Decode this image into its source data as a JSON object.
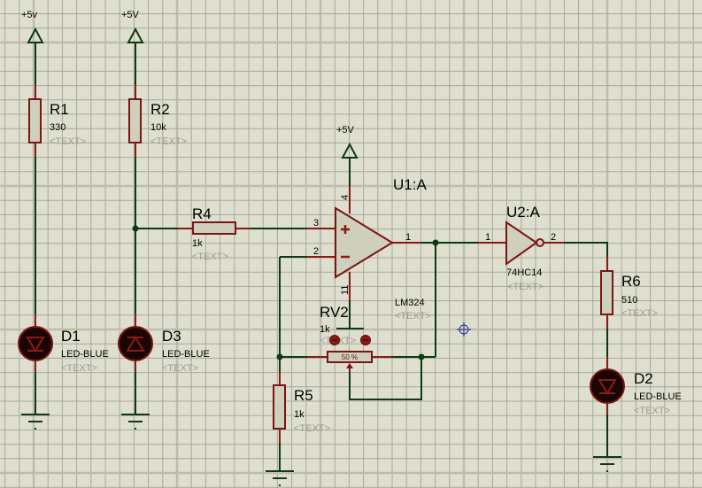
{
  "schematic": {
    "power_labels": [
      "+5v",
      "+5V",
      "+5V"
    ],
    "components": {
      "R1": {
        "ref": "R1",
        "value": "330",
        "text": "<TEXT>"
      },
      "R2": {
        "ref": "R2",
        "value": "10k",
        "text": "<TEXT>"
      },
      "R4": {
        "ref": "R4",
        "value": "1k",
        "text": "<TEXT>"
      },
      "R5": {
        "ref": "R5",
        "value": "1k",
        "text": "<TEXT>"
      },
      "R6": {
        "ref": "R6",
        "value": "510",
        "text": "<TEXT>"
      },
      "RV2": {
        "ref": "RV2",
        "value": "1k",
        "text": "<TEXT>",
        "wiper_position": "50 %"
      },
      "D1": {
        "ref": "D1",
        "value": "LED-BLUE",
        "text": "<TEXT>"
      },
      "D2": {
        "ref": "D2",
        "value": "LED-BLUE",
        "text": "<TEXT>"
      },
      "D3": {
        "ref": "D3",
        "value": "LED-BLUE",
        "text": "<TEXT>"
      },
      "U1": {
        "ref": "U1:A",
        "value": "LM324",
        "text": "<TEXT>",
        "pins": {
          "noninv": "3",
          "inv": "2",
          "out": "1",
          "vcc": "4",
          "gnd": "11"
        }
      },
      "U2": {
        "ref": "U2:A",
        "value": "74HC14",
        "text": "<TEXT>",
        "pins": {
          "in": "1",
          "out": "2"
        }
      }
    },
    "opamp_signs": {
      "plus": "+",
      "minus": "−"
    }
  },
  "colors": {
    "background": "#dfdfd0",
    "grid_minor": "#a8a89a",
    "grid_major": "#bdbdaf",
    "wire": "#0e3a12",
    "component_outline": "#7a1510",
    "text_placeholder": "#9a9a90"
  }
}
